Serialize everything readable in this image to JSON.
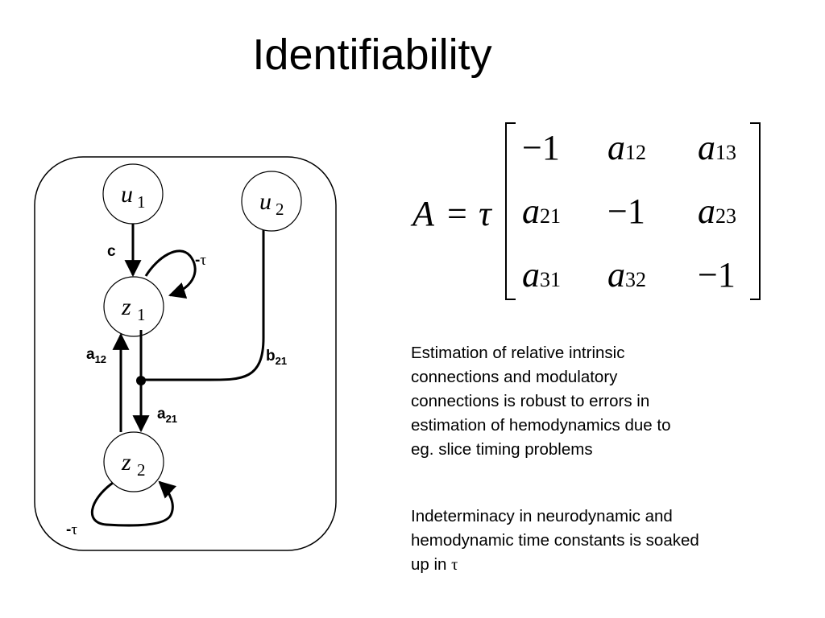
{
  "slide": {
    "title": "Identifiability",
    "paragraphs": [
      {
        "text": "Estimation of relative intrinsic connections and modulatory connections is robust to errors in estimation of  hemodynamics due to eg. slice timing problems",
        "lines": [
          "Estimation of relative intrinsic",
          "connections and modulatory",
          "connections is robust to errors in",
          "estimation of  hemodynamics due to",
          "eg. slice timing problems"
        ]
      },
      {
        "lines_plain": [
          "Indeterminacy in neurodynamic and",
          "hemodynamic time constants is soaked",
          "up in "
        ],
        "tau": "τ"
      }
    ]
  },
  "diagram": {
    "nodes": {
      "u1": {
        "var": "u",
        "sub": "1"
      },
      "u2": {
        "var": "u",
        "sub": "2"
      },
      "z1": {
        "var": "z",
        "sub": "1"
      },
      "z2": {
        "var": "z",
        "sub": "2"
      }
    },
    "edges": {
      "c": {
        "text": "c"
      },
      "self_z1": {
        "sign": "-",
        "tau": "τ"
      },
      "self_z2": {
        "sign": "-",
        "tau": "τ"
      },
      "a12": {
        "base": "a",
        "sub": "12"
      },
      "a21": {
        "base": "a",
        "sub": "21"
      },
      "b21": {
        "base": "b",
        "sub": "21"
      }
    }
  },
  "equation": {
    "lhs": "A",
    "equals": "=",
    "factor": "τ",
    "matrix": [
      [
        {
          "var": "",
          "num": "−1"
        },
        {
          "var": "a",
          "num": "12"
        },
        {
          "var": "a",
          "num": "13"
        }
      ],
      [
        {
          "var": "a",
          "num": "21"
        },
        {
          "var": "",
          "num": "−1"
        },
        {
          "var": "a",
          "num": "23"
        }
      ],
      [
        {
          "var": "a",
          "num": "31"
        },
        {
          "var": "a",
          "num": "32"
        },
        {
          "var": "",
          "num": "−1"
        }
      ]
    ]
  }
}
